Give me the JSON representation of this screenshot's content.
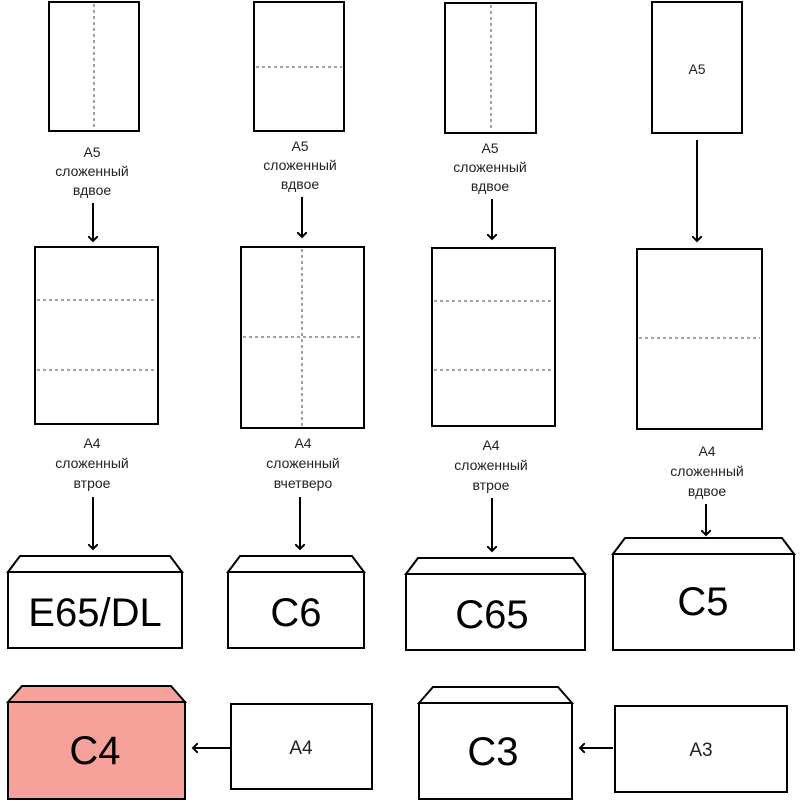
{
  "columns": [
    {
      "id": "dl",
      "top_label": [
        "A5",
        "сложенный",
        "вдвое"
      ],
      "mid_label": [
        "A4",
        "сложенный",
        "втрое"
      ],
      "envelope": "E65/DL"
    },
    {
      "id": "c6",
      "top_label": [
        "A5",
        "сложенный",
        "вдвое"
      ],
      "mid_label": [
        "A4",
        "сложенный",
        "вчетверо"
      ],
      "envelope": "C6"
    },
    {
      "id": "c65",
      "top_label": [
        "A5",
        "сложенный",
        "вдвое"
      ],
      "mid_label": [
        "A4",
        "сложенный",
        "втрое"
      ],
      "envelope": "C65"
    },
    {
      "id": "c5",
      "top_sheet_label": "A5",
      "mid_label": [
        "A4",
        "сложенный",
        "вдвое"
      ],
      "envelope": "C5"
    }
  ],
  "bottom": {
    "c4": {
      "envelope": "C4",
      "sheet": "A4",
      "highlight_color": "#f6a19a"
    },
    "c3": {
      "envelope": "C3",
      "sheet": "A3"
    }
  }
}
